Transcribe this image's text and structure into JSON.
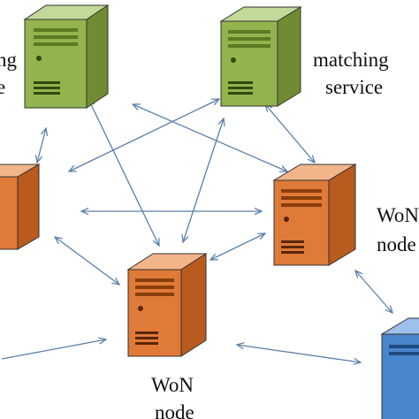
{
  "labels": {
    "ms_left_line1": "ng",
    "ms_left_line2": "e",
    "ms_right_line1": "matching",
    "ms_right_line2": "service",
    "won_right_line1": "WoN",
    "won_right_line2": "node",
    "won_bottom_line1": "WoN",
    "won_bottom_line2": "node"
  },
  "colors": {
    "green_front": "#93b34e",
    "green_side": "#6f8c33",
    "green_top": "#c2d99a",
    "orange_front": "#e07a38",
    "orange_side": "#b95a1e",
    "orange_top": "#f2b58a",
    "blue_front": "#4a86cc",
    "blue_side": "#2f62a3",
    "arrow": "#5b7fa8"
  },
  "icons": {
    "server": "server-icon"
  }
}
